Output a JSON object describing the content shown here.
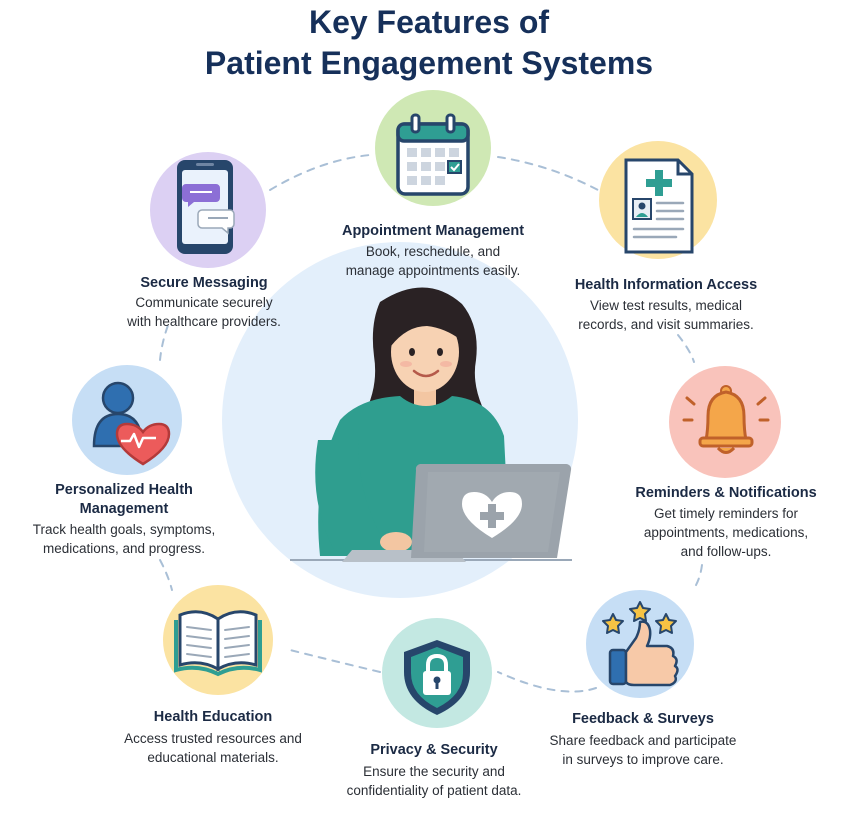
{
  "title": {
    "line1": "Key Features of",
    "line2": "Patient Engagement Systems"
  },
  "features": [
    {
      "id": "appointment",
      "title": "Appointment Management",
      "desc": [
        "Book, reschedule, and",
        "manage appointments easily."
      ],
      "icon": "calendar-icon",
      "bg": "#cfe8b4"
    },
    {
      "id": "health-info",
      "title": "Health Information Access",
      "desc": [
        "View test results, medical",
        "records, and visit summaries."
      ],
      "icon": "medical-record-icon",
      "bg": "#fbe3a2"
    },
    {
      "id": "reminders",
      "title": "Reminders & Notifications",
      "desc": [
        "Get timely reminders for",
        "appointments, medications,",
        "and follow-ups."
      ],
      "icon": "bell-icon",
      "bg": "#f9c3bb"
    },
    {
      "id": "feedback",
      "title": "Feedback & Surveys",
      "desc": [
        "Share feedback and participate",
        "in surveys to improve care."
      ],
      "icon": "thumbs-up-stars-icon",
      "bg": "#c6def5"
    },
    {
      "id": "privacy",
      "title": "Privacy & Security",
      "desc": [
        "Ensure the security and",
        "confidentiality of patient data."
      ],
      "icon": "shield-lock-icon",
      "bg": "#c3e8e2"
    },
    {
      "id": "education",
      "title": "Health Education",
      "desc": [
        "Access trusted resources and",
        "educational materials."
      ],
      "icon": "open-book-icon",
      "bg": "#fbe3a2"
    },
    {
      "id": "personalized",
      "title": [
        "Personalized Health",
        "Management"
      ],
      "desc": [
        "Track health goals, symptoms,",
        "medications, and progress."
      ],
      "icon": "person-heart-icon",
      "bg": "#c6def5"
    },
    {
      "id": "messaging",
      "title": "Secure Messaging",
      "desc": [
        "Communicate securely",
        "with healthcare providers."
      ],
      "icon": "smartphone-chat-icon",
      "bg": "#dcd0f3"
    }
  ],
  "center": {
    "illustration": "patient-using-laptop",
    "icon": "heart-plus-icon",
    "bg": "#e3effb"
  },
  "colors": {
    "title": "#16305a",
    "connector": "#a9bfd6",
    "navy": "#27466b",
    "teal": "#2f9e93",
    "orange": "#f4a64a"
  }
}
